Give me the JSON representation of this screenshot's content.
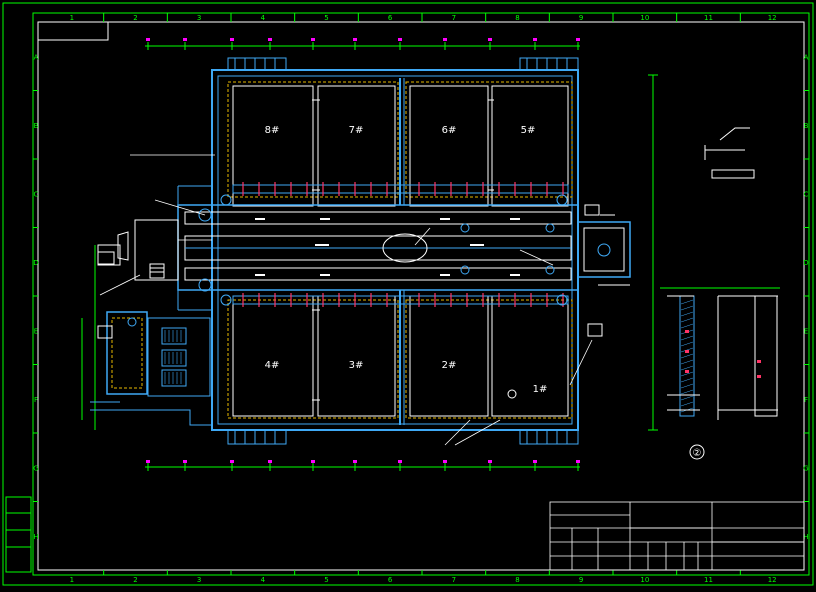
{
  "drawing": {
    "colors": {
      "background": "#000000",
      "frame": "#00ff00",
      "wall": "#3fa9f5",
      "tank_outline": "#ffffff",
      "dashed_inner": "#e6b800",
      "dimension": "#00ff00",
      "dimension_marker": "#ff00ff",
      "pipe": "#ff3366",
      "text": "#ffffff"
    },
    "grid_columns": [
      "1",
      "2",
      "3",
      "4",
      "5",
      "6",
      "7",
      "8",
      "9",
      "10",
      "11",
      "12"
    ],
    "grid_rows": [
      "A",
      "B",
      "C",
      "D",
      "E",
      "F",
      "G",
      "H"
    ],
    "tank_labels_top": [
      "8#",
      "7#",
      "6#",
      "5#"
    ],
    "tank_labels_bottom": [
      "4#",
      "3#",
      "2#",
      "1#"
    ],
    "section_marker": "②",
    "left_stamp_rows": 4
  }
}
